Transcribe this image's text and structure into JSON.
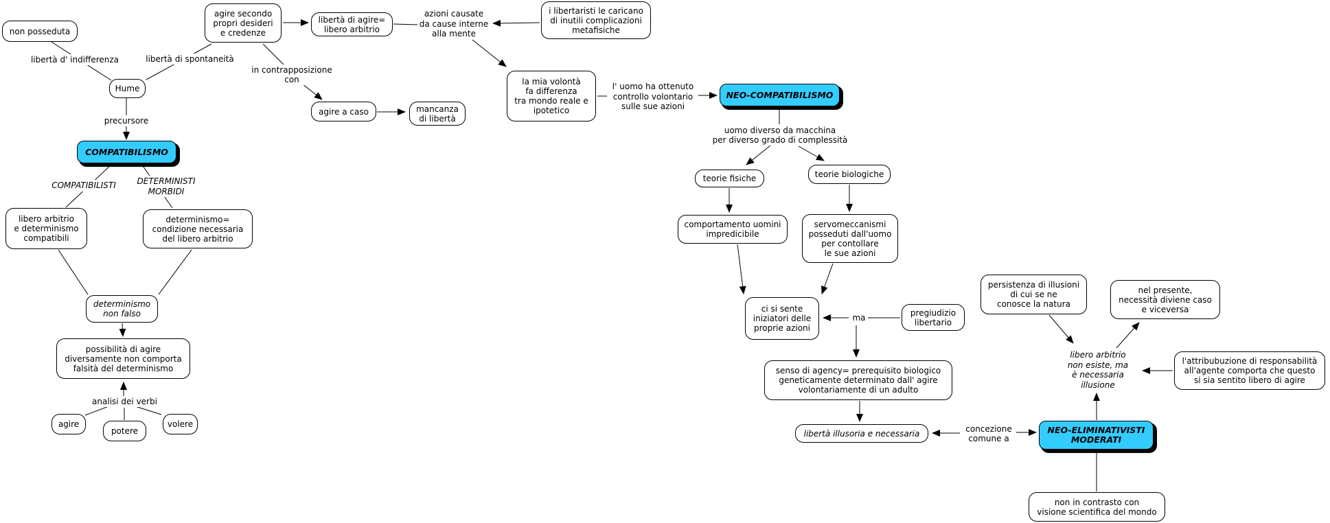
{
  "palette": {
    "topic_fill": "#33CCFF",
    "node_border": "#000000",
    "line_color": "#000000",
    "background": "#FFFFFF"
  },
  "nodes": {
    "non_posseduta": "non posseduta",
    "agire_secondo": "agire secondo\npropri desideri\ne credenze",
    "hume": "Hume",
    "liberta_di_agire": "libertà di agire=\nlibero arbitrio",
    "agire_a_caso": "agire a caso",
    "mancanza_liberta": "mancanza\ndi libertà",
    "libertaristi": "i libertaristi le caricano\ndi inutili complicazioni\nmetafisiche",
    "la_mia_volonta": "la mia volontà\nfa differenza\ntra mondo reale e\nipotetico",
    "compatibilismo": "COMPATIBILISMO",
    "libero_arbitrio_determinismo": "libero arbitrio\ne determinismo\ncompatibili",
    "determinismo_condizione": "determinismo=\ncondizione necessaria\ndel libero arbitrio",
    "determinismo_non_falso": "determinismo\nnon falso",
    "possibilita_agire": "possibilità di agire\ndiversamente non comporta\nfalsità del determinismo",
    "agire": "agire",
    "potere": "potere",
    "volere": "volere",
    "neo_compatibilismo": "NEO-COMPATIBILISMO",
    "teorie_fisiche": "teorie fisiche",
    "teorie_biologiche": "teorie biologiche",
    "comportamento": "comportamento uomini\nimpredicibile",
    "servomeccanismi": "servomeccanismi\nposseduti dall'uomo\nper contollare\nle sue azioni",
    "ci_si_sente": "ci si sente\niniziatori delle\nproprie azioni",
    "pregiudizio": "pregiudizio\nlibertario",
    "senso_agency": "senso di agency= prerequisito biologico\ngeneticamente determinato dall' agire\nvolontariamente di un adulto",
    "liberta_illusoria": "libertà illusoria e necessaria",
    "neo_eliminativisti": "NEO-ELIMINATIVISTI\nMODERATI",
    "non_in_contrasto": "non in contrasto con\nvisione scientifica del mondo",
    "persistenza": "persistenza di illusioni\ndi cui se ne\nconosce la natura",
    "nel_presente": "nel presente,\nnecessità diviene caso\ne viceversa",
    "attribuzione": "l'attribubuzione di responsabilità\nall'agente comporta che questo\nsi sia sentito libero di agire"
  },
  "link_labels": {
    "liberta_indifferenza": "libertà d' indifferenza",
    "liberta_spontaneita": "libertà di spontaneità",
    "precursore": "precursore",
    "compatibilisti": "COMPATIBILISTI",
    "deterministi_morbidi": "DETERMINISTI\nMORBIDI",
    "analisi_verbi": "analisi dei verbi",
    "in_contrapposizione": "in contrapposizione\ncon",
    "azioni_causate": "azioni causate\nda cause interne\nalla mente",
    "uomo_ottenuto": "l' uomo ha ottenuto\ncontrollo volontario\nsulle sue azioni",
    "uomo_diverso": "uomo diverso da macchina\nper diverso grado di complessità",
    "ma": "ma",
    "concezione": "concezione\ncomune a",
    "libero_arbitrio_non_esiste": "libero arbitrio\nnon esiste, ma\nè necessaria\nillusione"
  }
}
